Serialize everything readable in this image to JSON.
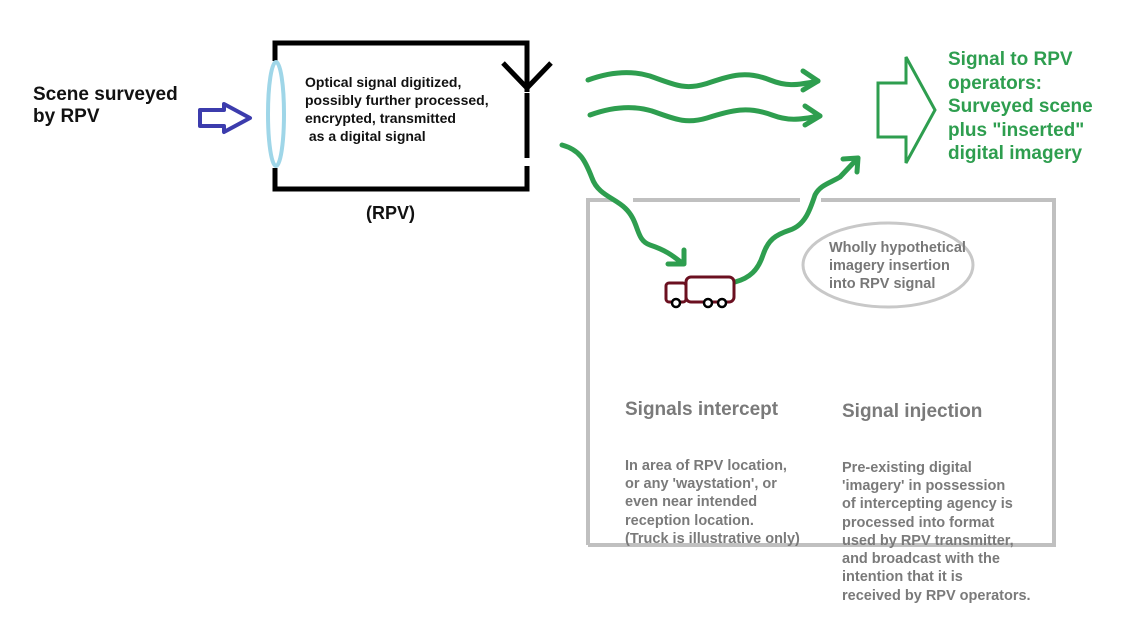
{
  "diagram": {
    "scene_label": "Scene surveyed\nby RPV",
    "rpv_box": {
      "description": "Optical signal digitized,\npossibly further processed,\nencrypted, transmitted\n as a digital signal",
      "label": "(RPV)"
    },
    "operators_label": "Signal to RPV\noperators:\nSurveyed scene\nplus \"inserted\"\ndigital imagery",
    "hypothetical_note": "Wholly hypothetical\nimagery insertion\ninto RPV signal",
    "signals_intercept": {
      "title": "Signals intercept",
      "body": "In area of RPV location,\nor any 'waystation', or\neven near intended\nreception location.\n(Truck is illustrative only)"
    },
    "signal_injection": {
      "title": "Signal injection",
      "body": "Pre-existing digital\n'imagery' in possession\nof intercepting agency is\nprocessed into format\nused by RPV transmitter,\nand broadcast with the\nintention that it is\nreceived by RPV operators."
    },
    "icons": [
      "block-arrow-right-icon",
      "lens-icon",
      "antenna-icon",
      "truck-icon",
      "wavy-arrow-icon"
    ]
  },
  "colors": {
    "green": "#2e9e4f",
    "blue_arrow": "#3c3cad",
    "lens": "#9fd6e8",
    "grey_box": "#c0c0c0",
    "truck": "#6b1020",
    "text_dark": "#111111",
    "text_grey": "#7a7a7a"
  }
}
